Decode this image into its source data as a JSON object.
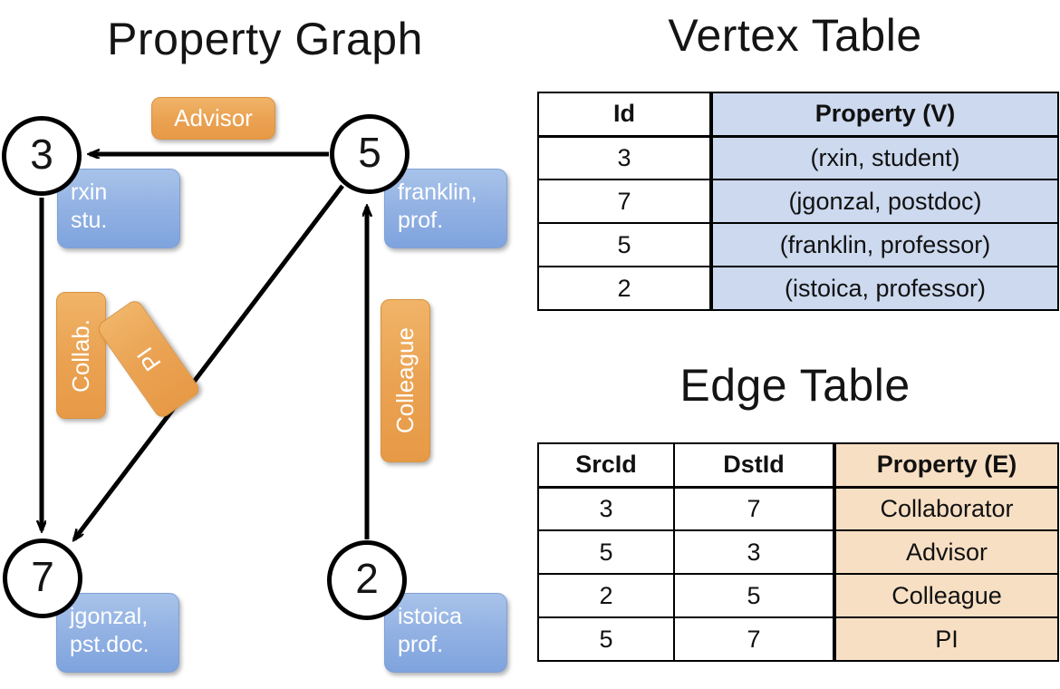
{
  "titles": {
    "property_graph": "Property Graph",
    "vertex_table": "Vertex Table",
    "edge_table": "Edge Table"
  },
  "colors": {
    "vertex_property_fill": "#ccd9ee",
    "edge_property_fill": "#f7dfc4",
    "node_callout_blue": "#8caee0",
    "edge_label_orange": "#eda855",
    "stroke": "#000000",
    "background": "#ffffff"
  },
  "graph": {
    "nodes": [
      {
        "id": "3",
        "property": "rxin\nstu."
      },
      {
        "id": "5",
        "property": "franklin,\nprof."
      },
      {
        "id": "7",
        "property": "jgonzal,\npst.doc."
      },
      {
        "id": "2",
        "property": "istoica\nprof."
      }
    ],
    "edges": [
      {
        "label": "Advisor",
        "src": "5",
        "dst": "3"
      },
      {
        "label": "Collab.",
        "src": "3",
        "dst": "7"
      },
      {
        "label": "PI",
        "src": "5",
        "dst": "7"
      },
      {
        "label": "Colleague",
        "src": "2",
        "dst": "5"
      }
    ]
  },
  "vertex_table": {
    "headers": [
      "Id",
      "Property (V)"
    ],
    "rows": [
      {
        "id": "3",
        "property": "(rxin, student)"
      },
      {
        "id": "7",
        "property": "(jgonzal, postdoc)"
      },
      {
        "id": "5",
        "property": "(franklin, professor)"
      },
      {
        "id": "2",
        "property": "(istoica, professor)"
      }
    ]
  },
  "edge_table": {
    "headers": [
      "SrcId",
      "DstId",
      "Property (E)"
    ],
    "rows": [
      {
        "src": "3",
        "dst": "7",
        "property": "Collaborator"
      },
      {
        "src": "5",
        "dst": "3",
        "property": "Advisor"
      },
      {
        "src": "2",
        "dst": "5",
        "property": "Colleague"
      },
      {
        "src": "5",
        "dst": "7",
        "property": "PI"
      }
    ]
  }
}
